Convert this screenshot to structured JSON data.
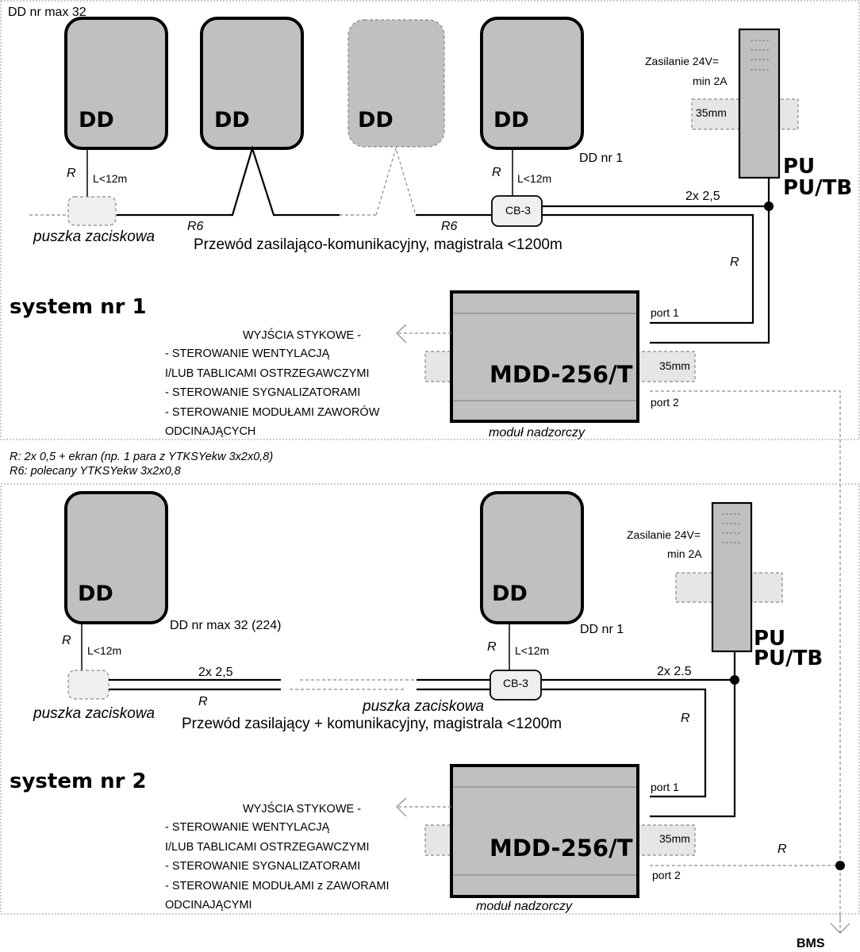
{
  "diagram": {
    "legend_notes": [
      "R: 2x 0,5 + ekran (np. 1 para z YTKSYekw 3x2x0,8)",
      "R6: polecany YTKSYekw 3x2x0,8"
    ],
    "bms_label": "BMS",
    "system1": {
      "title": "system nr 1",
      "dd_max_label": "DD nr max 32",
      "dd_label": "DD",
      "dd_first_label": "DD nr 1",
      "stub_cable_label": "R",
      "stub_length_label": "L<12m",
      "bus_cable_label": "R6",
      "junction_box_label": "puszka zaciskowa",
      "cb_label": "CB-3",
      "bus_description": "Przewód zasilająco-komunikacyjny, magistrala <1200m",
      "power_cable_label": "2x 2,5",
      "comm_cable_label": "R",
      "psu": {
        "supply_line1": "Zasilanie 24V=",
        "supply_line2": "min 2A",
        "rail_label": "35mm",
        "name_line1": "PU",
        "name_line2": "PU/TB"
      },
      "module": {
        "name": "MDD-256/T",
        "caption": "moduł nadzorczy",
        "port1": "port 1",
        "port2": "port 2",
        "rail_label": "35mm"
      },
      "outputs": [
        "WYJŚCIA STYKOWE -",
        "- STEROWANIE WENTYLACJĄ",
        "I/LUB TABLICAMI OSTRZEGAWCZYMI",
        "- STEROWANIE SYGNALIZATORAMI",
        "- STEROWANIE MODUŁAMI ZAWORÓW",
        "ODCINAJĄCYCH"
      ]
    },
    "system2": {
      "title": "system nr 2",
      "dd_label": "DD",
      "dd_max_label": "DD nr max 32 (224)",
      "dd_first_label": "DD nr 1",
      "stub_cable_label": "R",
      "stub_length_label": "L<12m",
      "junction_box_label": "puszka zaciskowa",
      "junction_box_label_mid": "puszka zaciskowa",
      "cb_label": "CB-3",
      "bus_power_label_left": "2x 2,5",
      "bus_comm_label_left": "R",
      "power_cable_label": "2x 2.5",
      "comm_cable_label": "R",
      "bms_cable_label": "R",
      "bus_description": "Przewód zasilający + komunikacyjny, magistrala <1200m",
      "psu": {
        "supply_line1": "Zasilanie 24V=",
        "supply_line2": "min 2A",
        "name_line1": "PU",
        "name_line2": "PU/TB"
      },
      "module": {
        "name": "MDD-256/T",
        "caption": "moduł nadzorczy",
        "port1": "port 1",
        "port2": "port 2",
        "rail_label": "35mm"
      },
      "outputs": [
        "WYJŚCIA STYKOWE -",
        "- STEROWANIE WENTYLACJĄ",
        "I/LUB TABLICAMI OSTRZEGAWCZYMI",
        "- STEROWANIE SYGNALIZATORAMI",
        "- STEROWANIE MODUŁAMI z ZAWORAMI",
        "ODCINAJĄCYMI"
      ]
    }
  }
}
